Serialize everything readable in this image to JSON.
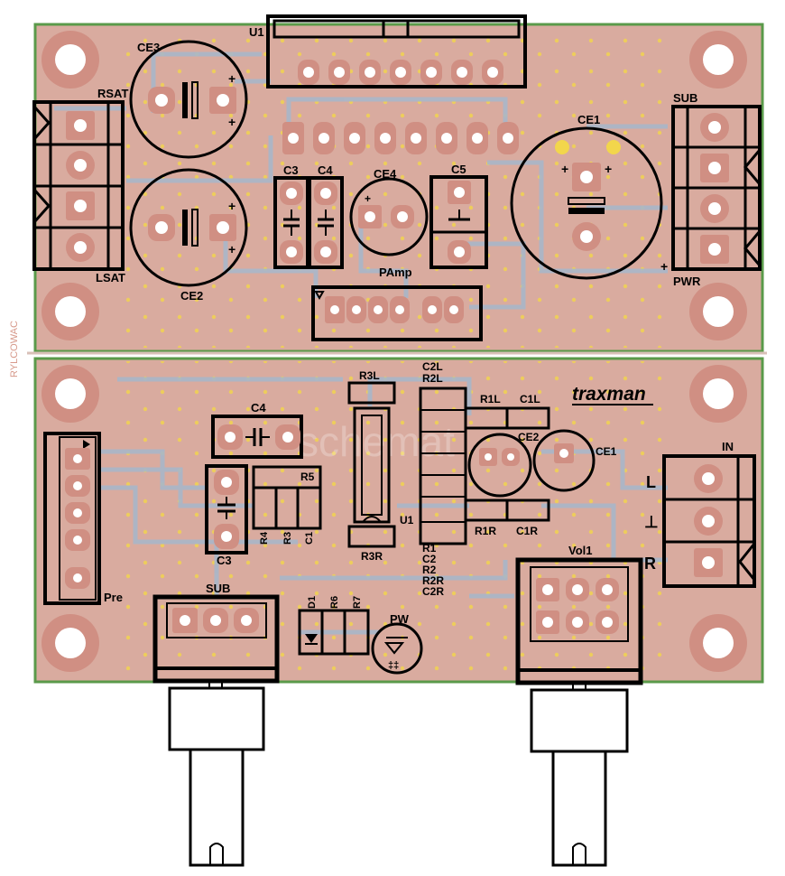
{
  "colors": {
    "board_edge": "#5a9a4a",
    "copper_pour": "#d9ab9f",
    "trace": "#a9b7c9",
    "pad": "#d08f83",
    "pad_hole": "#ffffff",
    "via": "#f2d64b",
    "silkscreen": "#000000",
    "divider": "#d8c0b8",
    "side_label": "#d79a8c"
  },
  "top_board": {
    "components": {
      "u1": "U1",
      "ce3": "CE3",
      "ce2": "CE2",
      "ce1": "CE1",
      "ce4": "CE4",
      "c3": "C3",
      "c4": "C4",
      "c5": "C5",
      "pamp": "PAmp",
      "rsat": "RSAT",
      "lsat": "LSAT",
      "sub": "SUB",
      "pwr": "PWR"
    }
  },
  "bottom_board": {
    "components": {
      "c4": "C4",
      "c3": "C3",
      "r5": "R5",
      "r4": "R4",
      "r3": "R3",
      "c1": "C1",
      "r3l": "R3L",
      "r3r": "R3R",
      "u1": "U1",
      "c2l": "C2L",
      "r2l": "R2L",
      "r1l": "R1L",
      "c1l": "C1L",
      "ce2": "CE2",
      "ce1": "CE1",
      "r1r": "R1R",
      "c1r": "C1R",
      "r1": "R1",
      "c2": "C2",
      "r2": "R2",
      "r2r": "R2R",
      "c2r": "C2R",
      "pre": "Pre",
      "sub": "SUB",
      "d1": "D1",
      "r6": "R6",
      "r7": "R7",
      "pw": "PW",
      "vol1": "Vol1",
      "in": "IN",
      "in_l": "L",
      "in_gnd": "⊥",
      "in_r": "R",
      "logo": "traxman"
    }
  },
  "side_label": "RYLCOWAC",
  "watermark": "schemat"
}
